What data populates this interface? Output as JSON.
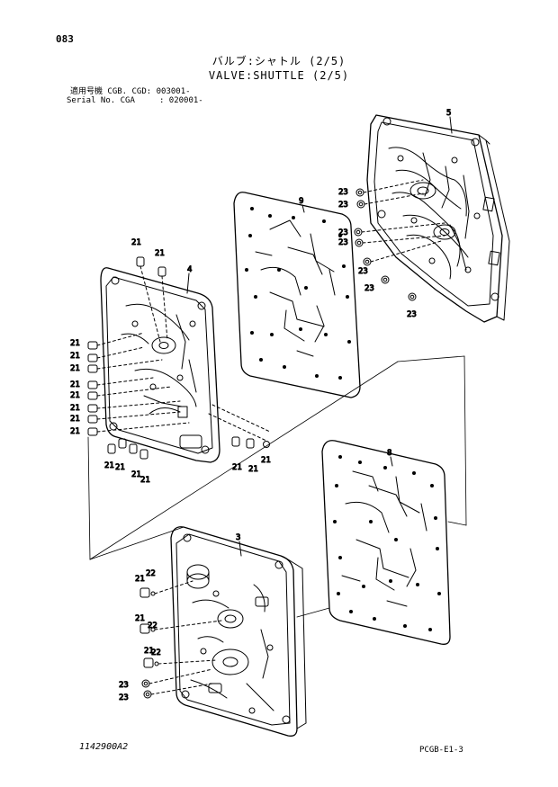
{
  "page_number": "083",
  "title_jp": "バルブ:シャトル (2/5)",
  "title_en": "VALVE:SHUTTLE (2/5)",
  "serial_lines": [
    "適用号機 CGB. CGD: 003001-",
    "Serial No. CGA     : 020001-"
  ],
  "drawing_number": "1142900A2",
  "figure_code": "PCGB-E1-3",
  "callouts": {
    "plate_5": "5",
    "plate_9": "9",
    "plate_4": "4",
    "plate_8": "8",
    "plate_3": "3",
    "seal_23": "23",
    "plug_21": "21",
    "plug_22": "22"
  }
}
